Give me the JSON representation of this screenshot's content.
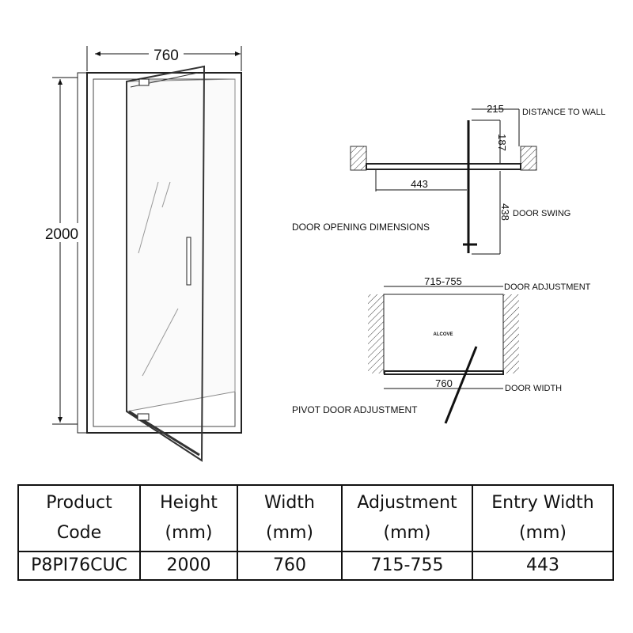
{
  "front_view": {
    "width_label": "760",
    "height_label": "2000"
  },
  "door_opening": {
    "title": "DOOR OPENING DIMENSIONS",
    "distance_value": "215",
    "distance_label": "DISTANCE TO WALL",
    "projection_value": "187",
    "entry_value": "443",
    "swing_value": "438",
    "swing_label": "DOOR SWING"
  },
  "pivot_adjustment": {
    "title": "PIVOT DOOR ADJUSTMENT",
    "adjust_value": "715-755",
    "adjust_label": "DOOR ADJUSTMENT",
    "alcove_label": "ALCOVE",
    "width_value": "760",
    "width_label": "DOOR WIDTH"
  },
  "table": {
    "headers": [
      [
        "Product",
        "Code"
      ],
      [
        "Height",
        "(mm)"
      ],
      [
        "Width",
        "(mm)"
      ],
      [
        "Adjustment",
        "(mm)"
      ],
      [
        "Entry Width",
        "(mm)"
      ]
    ],
    "rows": [
      [
        "P8PI76CUC",
        "2000",
        "760",
        "715-755",
        "443"
      ]
    ]
  }
}
